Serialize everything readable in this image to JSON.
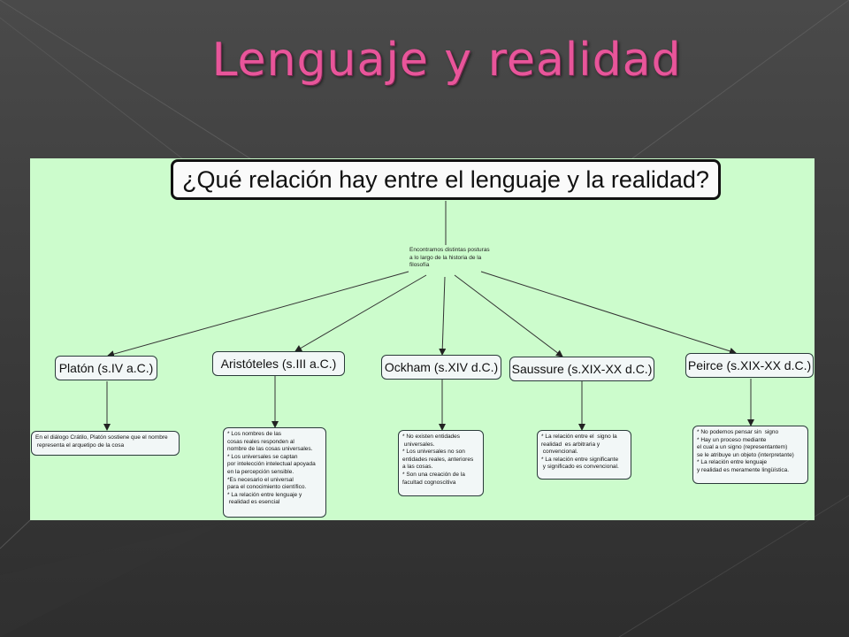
{
  "slide": {
    "title": "Lenguaje y realidad"
  },
  "concept_map": {
    "question": "¿Qué relación hay entre el lenguaje y la realidad?",
    "center_text": "Encontramos distintas posturas a lo largo de la historia de la filosofía",
    "philosophers": [
      {
        "name": "Platón (s.IV a.C.)",
        "description": "En el diálogo Crátilo, Platón sostiene que el nombre\n representa el arquetipo de la cosa"
      },
      {
        "name": "Aristóteles (s.III a.C.)",
        "description": "* Los nombres de las\ncosas reales responden al\nnombre de las cosas universales.\n* Los universales se captan\npor intelección intelectual apoyada\nen la percepción sensible.\n*Es necesario el universal\npara el conocimiento científico.\n* La relación entre lenguaje y\n realidad es esencial"
      },
      {
        "name": "Ockham (s.XIV d.C.)",
        "description": "* No existen entidades\n universales.\n* Los universales no son\nentidades reales, anteriores\na las cosas.\n* Son una creación de la\nfacultad cognoscitiva"
      },
      {
        "name": "Saussure (s.XIX-XX d.C.)",
        "description": "* La relación entre el  signo la\nrealidad  es arbitraria y\n convencional.\n* La relación entre significante\n y significado es convencional."
      },
      {
        "name": "Peirce (s.XIX-XX d.C.)",
        "description": "* No podemos pensar sin  signo\n* Hay un proceso mediante\nel cual a un signo (representantem)\nse le atribuye un objeto (interpretante)\n* La relación entre lenguaje\ny realidad es meramente lingüística."
      }
    ]
  }
}
